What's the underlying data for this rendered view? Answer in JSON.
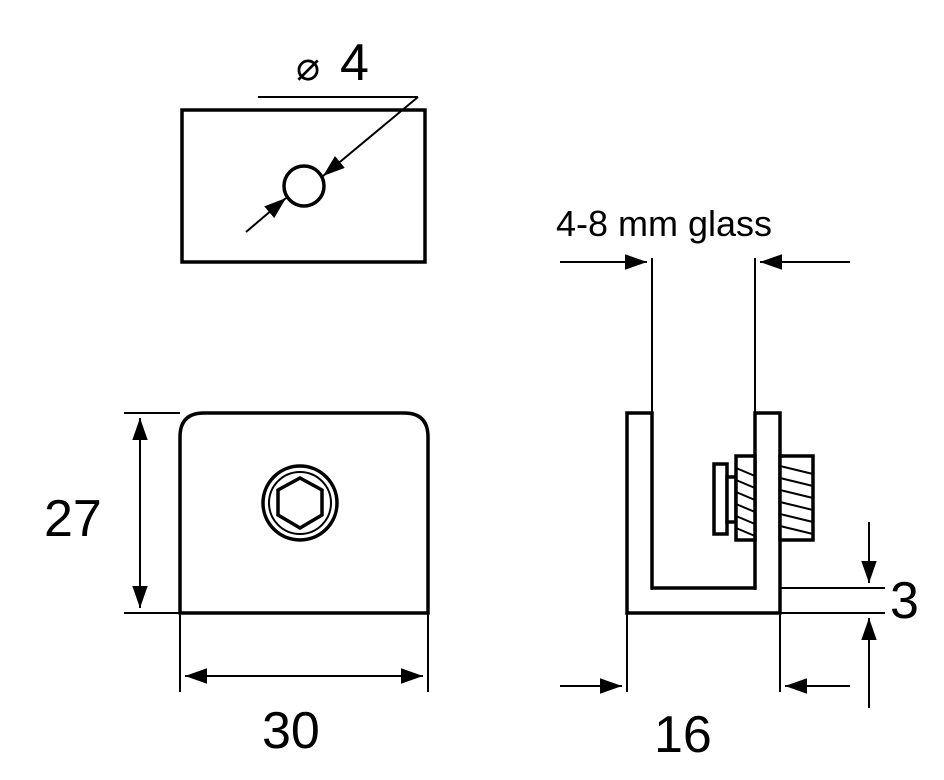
{
  "top_view": {
    "hole_symbol": "⌀",
    "hole_diameter": "4"
  },
  "front_view": {
    "height_label": "27",
    "width_label": "30"
  },
  "side_view": {
    "glass_label": "4-8 mm glass",
    "depth_label": "16",
    "base_thickness_label": "3"
  }
}
